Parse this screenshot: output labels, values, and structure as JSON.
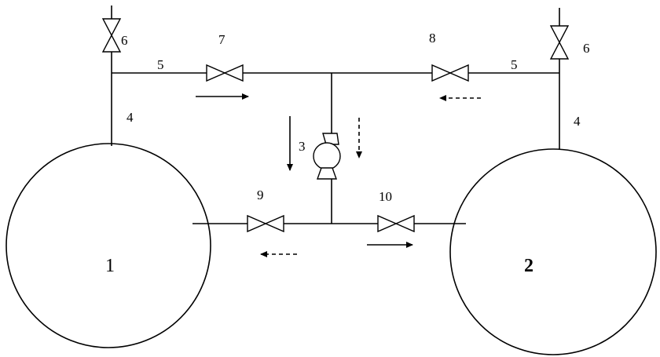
{
  "labels": {
    "tank_left": "1",
    "tank_right": "2",
    "pump": "3",
    "riser_left": "4",
    "riser_right": "4",
    "pipe_left": "5",
    "pipe_right": "5",
    "vent_valve_left": "6",
    "vent_valve_right": "6",
    "valve_top_left": "7",
    "valve_top_right": "8",
    "valve_bottom_left": "9",
    "valve_bottom_right": "10"
  },
  "colors": {
    "stroke": "#000000",
    "background": "#ffffff"
  }
}
